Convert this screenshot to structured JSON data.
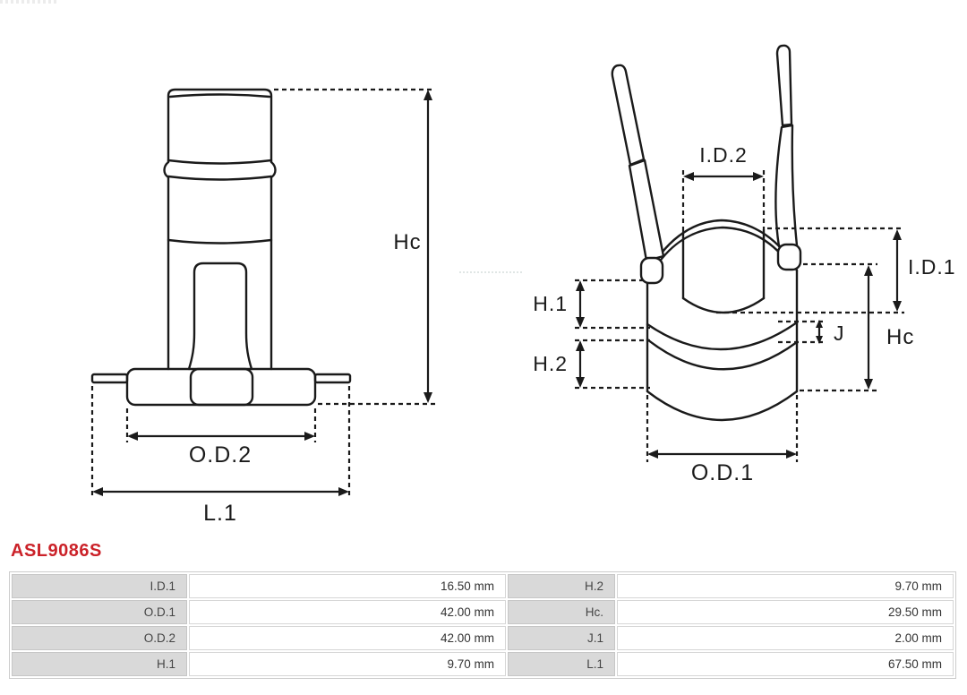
{
  "part": {
    "number": "ASL9086S"
  },
  "colors": {
    "accent_red": "#cb2229",
    "drawing_line": "#1a1a1a",
    "table_label_background": "#d9d9d9",
    "table_border": "#cccccc"
  },
  "drawings": {
    "side_view": {
      "labels": {
        "hc": "Hc",
        "od2": "O.D.2",
        "l1": "L.1"
      }
    },
    "perspective_view": {
      "labels": {
        "id2": "I.D.2",
        "id1": "I.D.1",
        "h1": "H.1",
        "h2": "H.2",
        "j": "J",
        "hc": "Hc",
        "od1": "O.D.1"
      }
    }
  },
  "dimensions_table": {
    "rows": [
      {
        "label1": "I.D.1",
        "value1": "16.50 mm",
        "label2": "H.2",
        "value2": "9.70 mm"
      },
      {
        "label1": "O.D.1",
        "value1": "42.00 mm",
        "label2": "Hc.",
        "value2": "29.50 mm"
      },
      {
        "label1": "O.D.2",
        "value1": "42.00 mm",
        "label2": "J.1",
        "value2": "2.00 mm"
      },
      {
        "label1": "H.1",
        "value1": "9.70 mm",
        "label2": "L.1",
        "value2": "67.50 mm"
      }
    ]
  }
}
